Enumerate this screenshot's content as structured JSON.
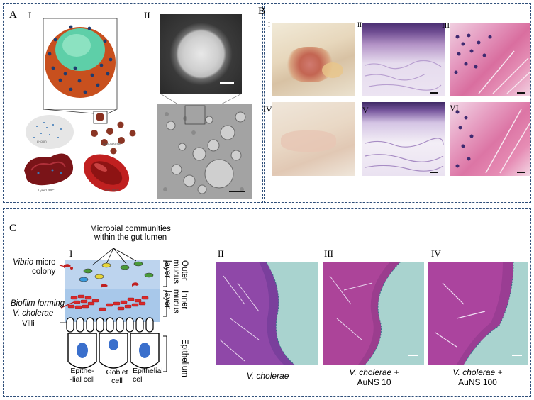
{
  "panel_a": {
    "label": "A",
    "sub1": "I",
    "sub2": "II",
    "tiny_labels": [
      "α-toxin",
      "Nanosponge",
      "Lysed RBC",
      "Intact RBC"
    ]
  },
  "panel_b": {
    "label": "B",
    "subs": [
      "I",
      "II",
      "III",
      "IV",
      "V",
      "VI"
    ]
  },
  "panel_c": {
    "label": "C",
    "subs": [
      "I",
      "II",
      "III",
      "IV"
    ],
    "microbial_title": "Microbial communities\nwithin the gut lumen",
    "vibrio_italic": "Vibrio",
    "vibrio_rest": " micro",
    "colony": "colony",
    "biofilm": "Biofilm forming",
    "v_cholerae": "V. cholerae",
    "villi": "Villi",
    "outer": "Outer",
    "mucus": "mucus",
    "layer": "layer",
    "inner": "Inner",
    "inner_mucus": "mucus",
    "inner_layer": "layer",
    "epithelium": "Epithelium",
    "cell_labels": [
      "Epithe-\n-lial cell",
      "Goblet\ncell",
      "Epithelial\ncell"
    ],
    "captions": [
      {
        "italic": "V. cholerae",
        "rest": ""
      },
      {
        "italic": "V. cholerae",
        "rest": " +\nAuNS 10"
      },
      {
        "italic": "V. cholerae",
        "rest": " +\nAuNS 100"
      }
    ]
  },
  "colors": {
    "border": "#2f4f7a",
    "sponge_orange": "#c8501e",
    "sponge_core": "#5ecfa8",
    "tissue_pink": "#e47fa6",
    "tissue_purple": "#7a3f9c",
    "stain_teal": "#a9d3cf",
    "mucus_blue": "#a8c8ea",
    "rbc_red": "#c02020"
  }
}
